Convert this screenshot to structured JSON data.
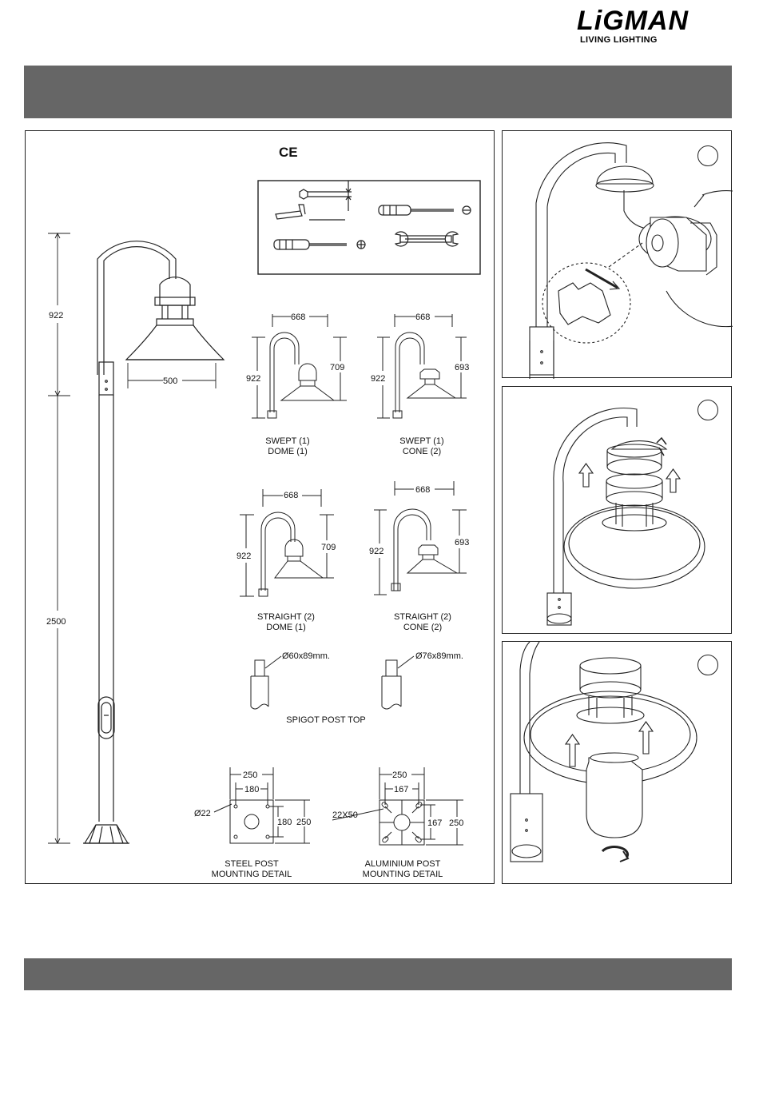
{
  "brand": {
    "name": "LiGMAN",
    "tagline": "LIVING LIGHTING"
  },
  "certification": "CE",
  "main_elevation": {
    "arm_height": "922",
    "post_height": "2500",
    "reach": "500"
  },
  "configurations": [
    {
      "style": "SWEPT (1)",
      "lantern": "DOME (1)",
      "reach": "668",
      "height": "922",
      "drop": "709"
    },
    {
      "style": "SWEPT (1)",
      "lantern": "CONE (2)",
      "reach": "668",
      "height": "922",
      "drop": "693"
    },
    {
      "style": "STRAIGHT (2)",
      "lantern": "DOME (1)",
      "reach": "668",
      "height": "922",
      "drop": "709"
    },
    {
      "style": "STRAIGHT (2)",
      "lantern": "CONE (2)",
      "reach": "668",
      "height": "922",
      "drop": "693"
    }
  ],
  "spigot": {
    "left": "Ø60x89mm.",
    "right": "Ø76x89mm.",
    "caption": "SPIGOT POST TOP"
  },
  "steel_mount": {
    "outer": "250",
    "inner": "180",
    "hole": "Ø22",
    "side_inner": "180",
    "side_outer": "250",
    "caption_1": "STEEL POST",
    "caption_2": "MOUNTING DETAIL"
  },
  "alu_mount": {
    "outer": "250",
    "inner": "167",
    "slot": "22X50",
    "side_inner": "167",
    "side_outer": "250",
    "caption_1": "ALUMINIUM POST",
    "caption_2": "MOUNTING DETAIL"
  },
  "icons": [
    "allen-key-icon",
    "screwdriver-flat-icon",
    "screwdriver-phillips-icon",
    "spanner-icon"
  ],
  "colors": {
    "banner": "#666666",
    "line": "#222222"
  }
}
